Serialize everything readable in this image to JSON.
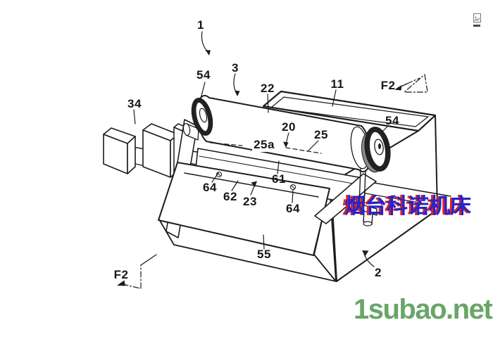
{
  "figure": {
    "description": "Patent-style isometric line drawing of a machine with housing, roller and inclined front panel",
    "labels": {
      "n1": "1",
      "n2": "2",
      "n3": "3",
      "n11": "11",
      "n20": "20",
      "n22": "22",
      "n23": "23",
      "n25": "25",
      "n25a": "25a",
      "n34": "34",
      "n54_left": "54",
      "n54_right": "54",
      "n55": "55",
      "n61": "61",
      "n62": "62",
      "n64_left": "64",
      "n64_right": "64",
      "nF2_top": "F2",
      "nF2_bottom": "F2"
    },
    "colors": {
      "line": "#1c1c1c",
      "background": "#ffffff"
    }
  },
  "watermarks": {
    "company_name": "烟台科诺机床",
    "company_color": "#2424cc",
    "company_shadow_color": "#e02222",
    "site_name": "1subao.net",
    "site_color": "#69a569"
  }
}
